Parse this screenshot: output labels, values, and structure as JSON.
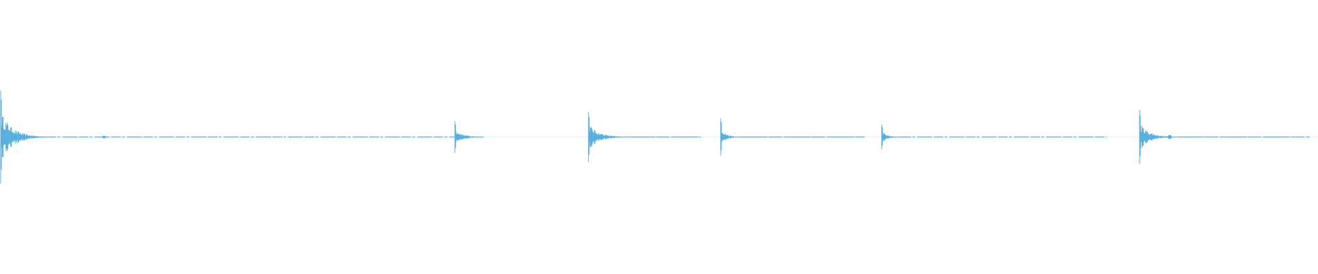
{
  "waveform": {
    "color": "#5aafe0",
    "events": [
      {
        "time": 0.0,
        "amplitude": 1.0,
        "tail": 0.035,
        "residue_to": 0.348
      },
      {
        "time": 0.347,
        "amplitude": 0.34,
        "tail": 0.022,
        "residue_to": null
      },
      {
        "time": 0.449,
        "amplitude": 0.54,
        "tail": 0.03,
        "residue_to": 0.535
      },
      {
        "time": 0.55,
        "amplitude": 0.4,
        "tail": 0.015,
        "residue_to": 0.66
      },
      {
        "time": 0.673,
        "amplitude": 0.26,
        "tail": 0.015,
        "residue_to": 0.845
      },
      {
        "time": 0.87,
        "amplitude": 0.58,
        "tail": 0.028,
        "residue_to": 1.0
      }
    ],
    "minor_events": [
      {
        "time": 0.079,
        "amplitude": 0.03
      },
      {
        "time": 0.893,
        "amplitude": 0.06
      }
    ]
  }
}
